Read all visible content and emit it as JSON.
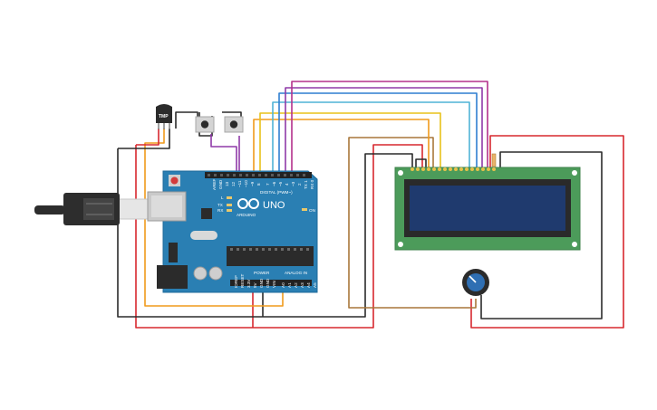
{
  "board": {
    "brand": "ARDUINO",
    "model": "UNO",
    "digital_header_label": "DIGITAL (PWM~)",
    "power_label": "POWER",
    "analog_label": "ANALOG IN",
    "on_label": "ON",
    "led_l": "L",
    "led_tx": "TX",
    "led_rx": "RX",
    "aref_label": "AREF",
    "gnd_label": "GND",
    "pin_13": "13",
    "pin_12": "12",
    "pin_11": "~11",
    "pin_10": "~10",
    "pin_9": "~9",
    "pin_8": "8",
    "pin_7": "7",
    "pin_6": "~6",
    "pin_5": "~5",
    "pin_4": "4",
    "pin_3": "~3",
    "pin_2": "2",
    "pin_1": "TX 1",
    "pin_0": "RX 0",
    "pwr_ioref": "IOREF",
    "pwr_reset": "RESET",
    "pwr_3v3": "3.3V",
    "pwr_5v": "5V",
    "pwr_gnd1": "GND",
    "pwr_gnd2": "GND",
    "pwr_vin": "VIN",
    "a0": "A0",
    "a1": "A1",
    "a2": "A2",
    "a3": "A3",
    "a4": "A4",
    "a5": "A5"
  },
  "sensor": {
    "label": "TMP"
  },
  "colors": {
    "board": "#2a7fb3",
    "lcd_pcb": "#4c9b5a",
    "lcd_screen": "#1f3a6e",
    "wire_red": "#d7282f",
    "wire_black": "#2b2b2b",
    "wire_orange": "#f09a1c",
    "wire_yellow": "#e8c21a",
    "wire_brown": "#a8773a",
    "wire_purple": "#8f3aa8",
    "wire_magenta": "#b3308c",
    "wire_blue": "#2f7fd1",
    "wire_cyan": "#4fb3d6",
    "wire_green": "#3aa35a"
  },
  "icons": [
    "usb-cable-icon",
    "temperature-sensor-icon",
    "pushbutton-icon",
    "potentiometer-icon",
    "arduino-infinity-logo-icon"
  ]
}
